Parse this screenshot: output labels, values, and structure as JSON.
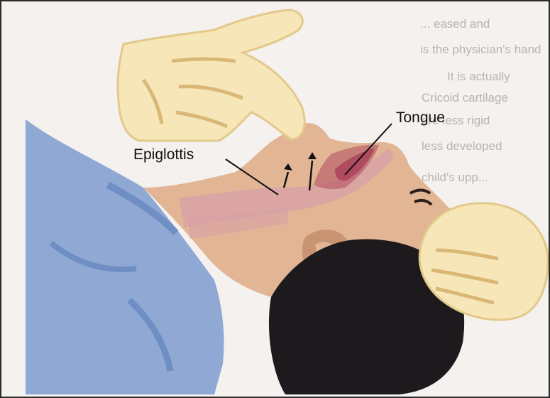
{
  "labels": {
    "tongue": "Tongue",
    "epiglottis": "Epiglottis"
  },
  "show_through_text": [
    "... eased and",
    "is the physician's hand",
    "It is actually",
    "Cricoid cartilage",
    "are less rigid",
    "less developed",
    "child's upp..."
  ],
  "colors": {
    "shirt": "#8fa9d4",
    "shirt_shadow": "#6f8fc4",
    "skin": "#e2b595",
    "skin_shadow": "#c99472",
    "hand": "#f7e6b8",
    "hand_shadow": "#e3c98a",
    "hair": "#1c1a1c",
    "airway": "#d9a2a6",
    "tongue": "#b04a5e",
    "arrow": "#111111"
  },
  "icons": [
    "arrow-up-icon"
  ]
}
